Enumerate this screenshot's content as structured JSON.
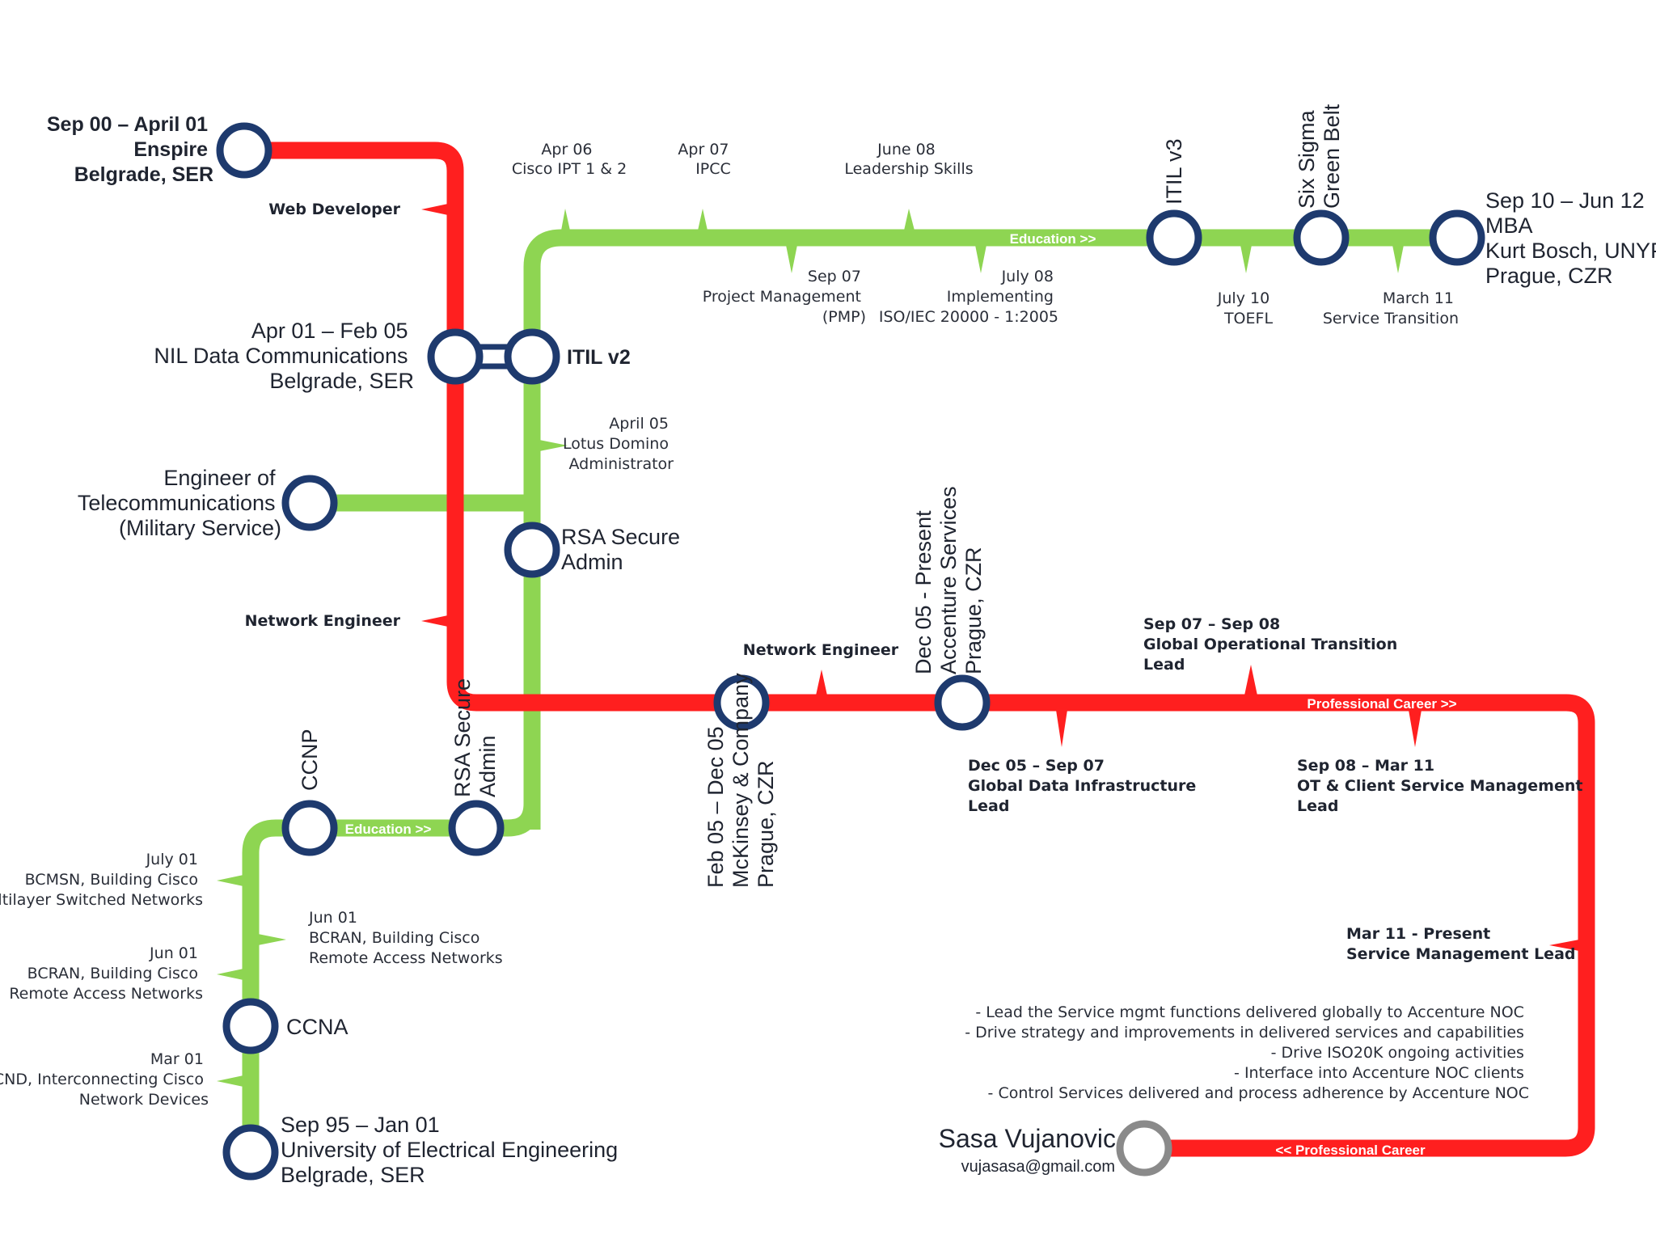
{
  "colors": {
    "career_line": "#ff1f1f",
    "education_line": "#8ed552",
    "station_ring": "#1e3a6e",
    "person_ring": "#8a8a8a"
  },
  "line_labels": {
    "education_top": "Education >>",
    "education_bottom": "Education >>",
    "career_main": "Professional Career >>",
    "career_return": "<< Professional Career"
  },
  "stations": {
    "enspire": [
      "Sep 00 – April 01",
      "Enspire",
      "Belgrade, SER"
    ],
    "nil": [
      "Apr 01 – Feb 05",
      "NIL Data Communications",
      "Belgrade, SER"
    ],
    "itil_v2": "ITIL v2",
    "military": [
      "Engineer of",
      "Telecommunications",
      "(Military Service)"
    ],
    "rsa_upper": [
      "RSA Secure",
      "Admin"
    ],
    "rsa_lower": [
      "RSA Secure",
      "Admin"
    ],
    "ccnp": "CCNP",
    "ccna": "CCNA",
    "university": [
      "Sep 95 – Jan 01",
      "University of Electrical Engineering",
      "Belgrade, SER"
    ],
    "mckinsey": [
      "Feb 05 – Dec 05",
      "McKinsey & Company",
      "Prague, CZR"
    ],
    "accenture": [
      "Dec 05 - Present",
      "Accenture Services",
      "Prague, CZR"
    ],
    "itil_v3": "ITIL v3",
    "six_sigma": [
      "Six Sigma",
      "Green Belt"
    ],
    "mba": [
      "Sep 10 – Jun 12",
      "MBA",
      "Kurt Bosch, UNYP",
      "Prague, CZR"
    ]
  },
  "education_ticks": {
    "cisco_ipt": [
      "Apr 06",
      "Cisco IPT 1 & 2"
    ],
    "ipcc": [
      "Apr 07",
      "IPCC"
    ],
    "leadership": [
      "June 08",
      "Leadership Skills"
    ],
    "pmp": [
      "Sep 07",
      "Project Management",
      "(PMP)"
    ],
    "iso": [
      "July 08",
      "Implementing",
      "ISO/IEC 20000 - 1:2005"
    ],
    "toefl": [
      "July 10",
      "TOEFL"
    ],
    "service_transition": [
      "March 11",
      "Service Transition"
    ],
    "lotus": [
      "April 05",
      "Lotus Domino",
      "Administrator"
    ],
    "bcmsn": [
      "July 01",
      "BCMSN, Building Cisco",
      "Multilayer Switched Networks"
    ],
    "bcran_right": [
      "Jun 01",
      "BCRAN, Building Cisco",
      "Remote Access Networks"
    ],
    "bcran_left": [
      "Jun 01",
      "BCRAN, Building Cisco",
      "Remote Access Networks"
    ],
    "icnd": [
      "Mar 01",
      "ICND, Interconnecting Cisco",
      "Network Devices"
    ]
  },
  "career_ticks": {
    "web_developer": "Web Developer",
    "network_engineer_nil": "Network Engineer",
    "network_engineer_mck": "Network Engineer",
    "gdi_lead": [
      "Dec 05 – Sep 07",
      "Global Data Infrastructure",
      "Lead"
    ],
    "got_lead": [
      "Sep 07 – Sep 08",
      "Global Operational Transition",
      "Lead"
    ],
    "ot_lead": [
      "Sep 08 – Mar 11",
      "OT & Client Service Management",
      "Lead"
    ],
    "sm_lead": [
      "Mar 11 - Present",
      "Service Management Lead"
    ]
  },
  "responsibilities": [
    "- Lead the Service mgmt functions delivered globally to Accenture NOC",
    "- Drive strategy and improvements in delivered services and capabilities",
    "- Drive ISO20K ongoing activities",
    "- Interface into Accenture NOC clients",
    "- Control Services delivered and process adherence by Accenture NOC"
  ],
  "person": {
    "name": "Sasa Vujanovic",
    "email": "vujasasa@gmail.com"
  }
}
